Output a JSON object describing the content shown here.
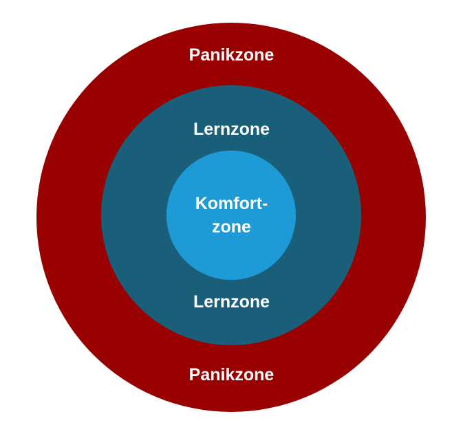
{
  "zones": {
    "panic": {
      "label_top": "Panikzone",
      "label_bottom": "Panikzone",
      "color": "#990000"
    },
    "learning": {
      "label_top": "Lernzone",
      "label_bottom": "Lernzone",
      "color": "#1a5f7a"
    },
    "comfort": {
      "label_line1": "Komfort-",
      "label_line2": "zone",
      "color": "#1e9ad6"
    }
  }
}
